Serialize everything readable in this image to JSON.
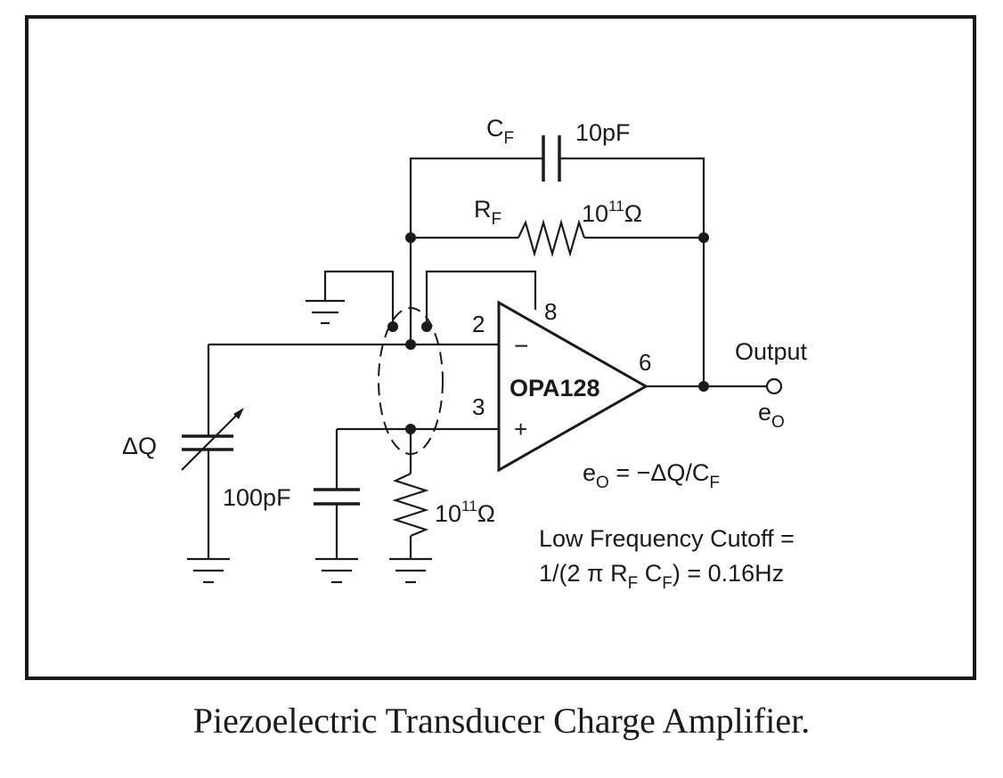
{
  "title": "Piezoelectric Transducer Charge Amplifier.",
  "opamp": {
    "name": "OPA128",
    "pin_inv": "2",
    "pin_noninv": "3",
    "pin_out": "6",
    "pin_guard": "8",
    "minus": "−",
    "plus": "+"
  },
  "feedback_cap": {
    "label": "C",
    "sub": "F",
    "value": "10pF"
  },
  "feedback_res": {
    "label": "R",
    "sub": "F",
    "value_base": "10",
    "value_exp": "11",
    "value_unit": "Ω"
  },
  "source": {
    "label": "ΔQ"
  },
  "input_cap": {
    "value": "100pF"
  },
  "input_res": {
    "value_base": "10",
    "value_exp": "11",
    "value_unit": "Ω"
  },
  "output": {
    "label": "Output",
    "symbol": "e",
    "symbol_sub": "O"
  },
  "equation": {
    "lhs": "e",
    "lhs_sub": "O",
    "rhs": " = −ΔQ/C",
    "rhs_sub": "F"
  },
  "cutoff": {
    "line1": "Low Frequency Cutoff =",
    "part_a": "1/(2 π R",
    "sub_a": "F",
    "part_b": " C",
    "sub_b": "F",
    "part_c": ") = 0.16Hz"
  }
}
